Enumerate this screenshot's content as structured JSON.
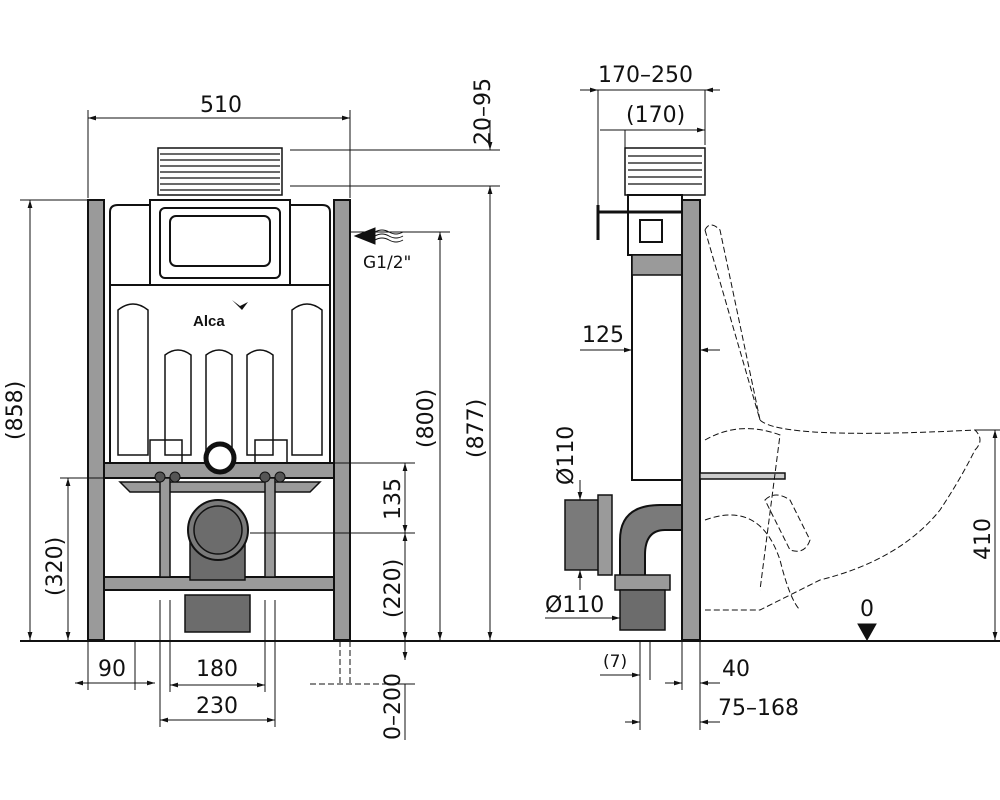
{
  "logo": "Alca",
  "front_view": {
    "width": "510",
    "frame_top_adjust": "20–95",
    "water_inlet": "G1/2\"",
    "frame_height": "(858)",
    "inlet_height": "(800)",
    "total_height": "(877)",
    "drain_offset": "135",
    "crossbar_height": "(320)",
    "drain_height": "(220)",
    "floor_range": "0–200",
    "leg_width": "90",
    "drain_spacing": "180",
    "support_spacing": "230"
  },
  "side_view": {
    "depth_range": "170–250",
    "depth": "(170)",
    "cistern_depth": "125",
    "drain_diameter_top": "Ø110",
    "drain_diameter_bottom": "Ø110",
    "bowl_height": "410",
    "floor_mark": "0",
    "offset_small": "(7)",
    "offset_40": "40",
    "offset_range": "75–168"
  }
}
